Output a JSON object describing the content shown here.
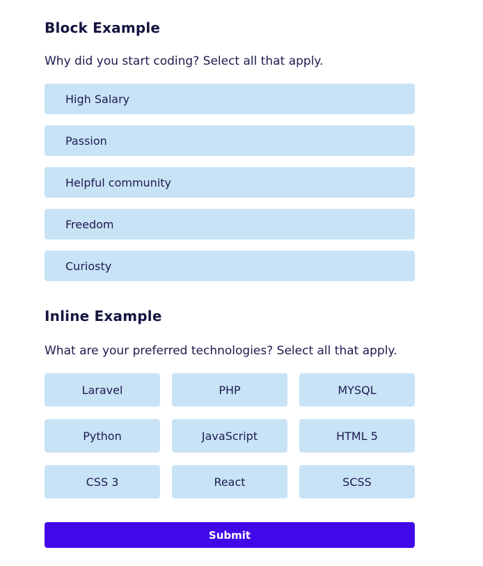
{
  "block_section": {
    "title": "Block Example",
    "question": "Why did you start coding? Select all that apply.",
    "options": [
      "High Salary",
      "Passion",
      "Helpful community",
      "Freedom",
      "Curiosty"
    ]
  },
  "inline_section": {
    "title": "Inline Example",
    "question": "What are your preferred technologies? Select all that apply.",
    "options": [
      "Laravel",
      "PHP",
      "MYSQL",
      "Python",
      "JavaScript",
      "HTML 5",
      "CSS 3",
      "React",
      "SCSS"
    ]
  },
  "submit": {
    "label": "Submit"
  },
  "colors": {
    "option_background": "#c9e3f6",
    "text": "#1c1b4e",
    "heading_text": "#15143f",
    "submit_background": "#4209e8",
    "submit_text": "#ffffff",
    "page_background": "#ffffff"
  }
}
